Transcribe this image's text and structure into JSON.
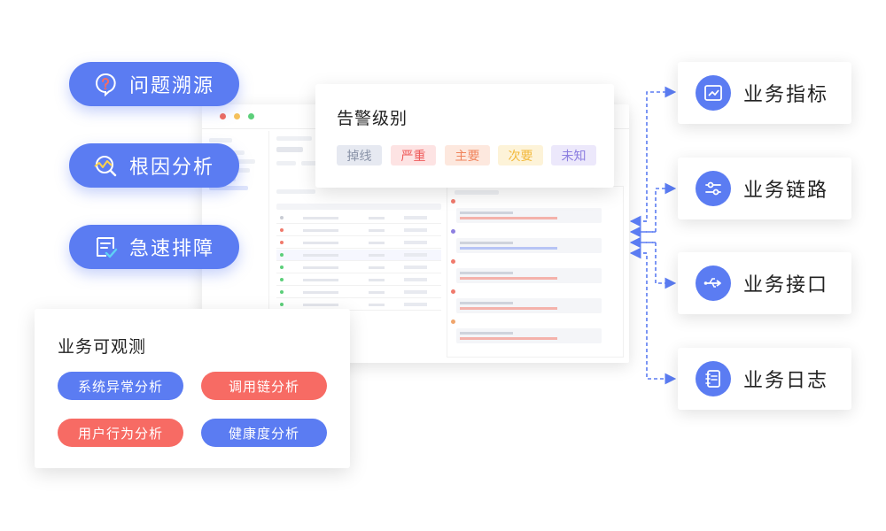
{
  "pills": [
    {
      "label": "问题溯源",
      "icon": "question-bubble-icon"
    },
    {
      "label": "根因分析",
      "icon": "search-trend-icon"
    },
    {
      "label": "急速排障",
      "icon": "checklist-icon"
    }
  ],
  "alert_card": {
    "title": "告警级别",
    "tags": [
      {
        "label": "掉线",
        "bg": "#e6e9f1",
        "fg": "#8a93a8"
      },
      {
        "label": "严重",
        "bg": "#fde3e3",
        "fg": "#ef5a5a"
      },
      {
        "label": "主要",
        "bg": "#fde8de",
        "fg": "#f0845c"
      },
      {
        "label": "次要",
        "bg": "#fdf3d8",
        "fg": "#f2b83a"
      },
      {
        "label": "未知",
        "bg": "#ece8fb",
        "fg": "#8d7fe0"
      }
    ]
  },
  "observable_card": {
    "title": "业务可观测",
    "chips": [
      {
        "label": "系统异常分析",
        "color": "#5b7cf2"
      },
      {
        "label": "调用链分析",
        "color": "#f76b64"
      },
      {
        "label": "用户行为分析",
        "color": "#f76b64"
      },
      {
        "label": "健康度分析",
        "color": "#5b7cf2"
      }
    ]
  },
  "business": [
    {
      "label": "业务指标",
      "icon": "chart-icon"
    },
    {
      "label": "业务链路",
      "icon": "sliders-icon"
    },
    {
      "label": "业务接口",
      "icon": "usb-icon"
    },
    {
      "label": "业务日志",
      "icon": "log-book-icon"
    }
  ],
  "colors": {
    "accent": "#5b7cf2",
    "coral": "#f76b64"
  }
}
